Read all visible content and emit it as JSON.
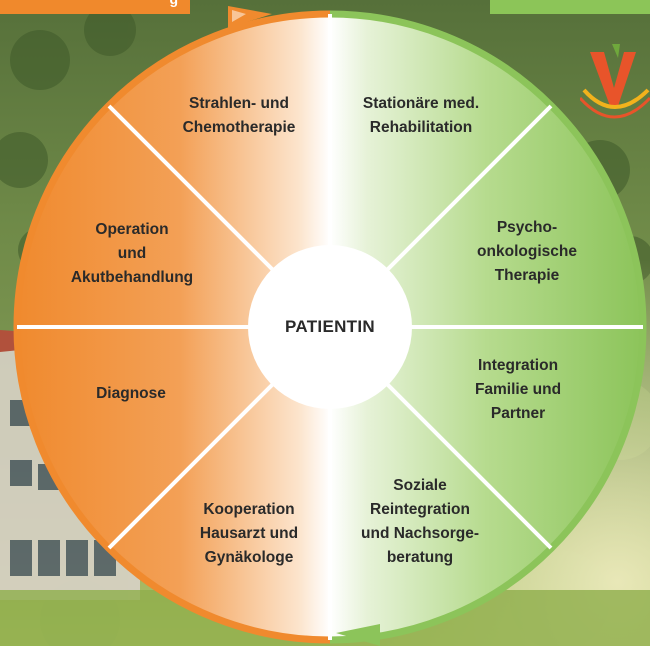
{
  "header": {
    "left_tab_text": "g",
    "left_tab_color": "#f0892c",
    "right_tab_color": "#8cc558"
  },
  "logo": {
    "icon": "v-logo-icon",
    "colors": [
      "#e8542a",
      "#f2b21c",
      "#6fa83c"
    ]
  },
  "diagram": {
    "center": "PATIENTIN",
    "orange": "#f08a2e",
    "green": "#8cc45a",
    "segments": [
      {
        "id": "strahlen",
        "lines": [
          "Strahlen- und",
          "Chemotherapie"
        ]
      },
      {
        "id": "stationaer",
        "lines": [
          "Stationäre med.",
          "Rehabilitation"
        ]
      },
      {
        "id": "psycho",
        "lines": [
          "Psycho-",
          "onkologische",
          "Therapie"
        ]
      },
      {
        "id": "integration",
        "lines": [
          "Integration",
          "Familie und",
          "Partner"
        ]
      },
      {
        "id": "soziale",
        "lines": [
          "Soziale",
          "Reintegration",
          "und Nachsorge-",
          "beratung"
        ]
      },
      {
        "id": "kooperation",
        "lines": [
          "Kooperation",
          "Hausarzt und",
          "Gynäkologe"
        ]
      },
      {
        "id": "diagnose",
        "lines": [
          "Diagnose"
        ]
      },
      {
        "id": "operation",
        "lines": [
          "Operation",
          "und",
          "Akutbehandlung"
        ]
      }
    ]
  }
}
